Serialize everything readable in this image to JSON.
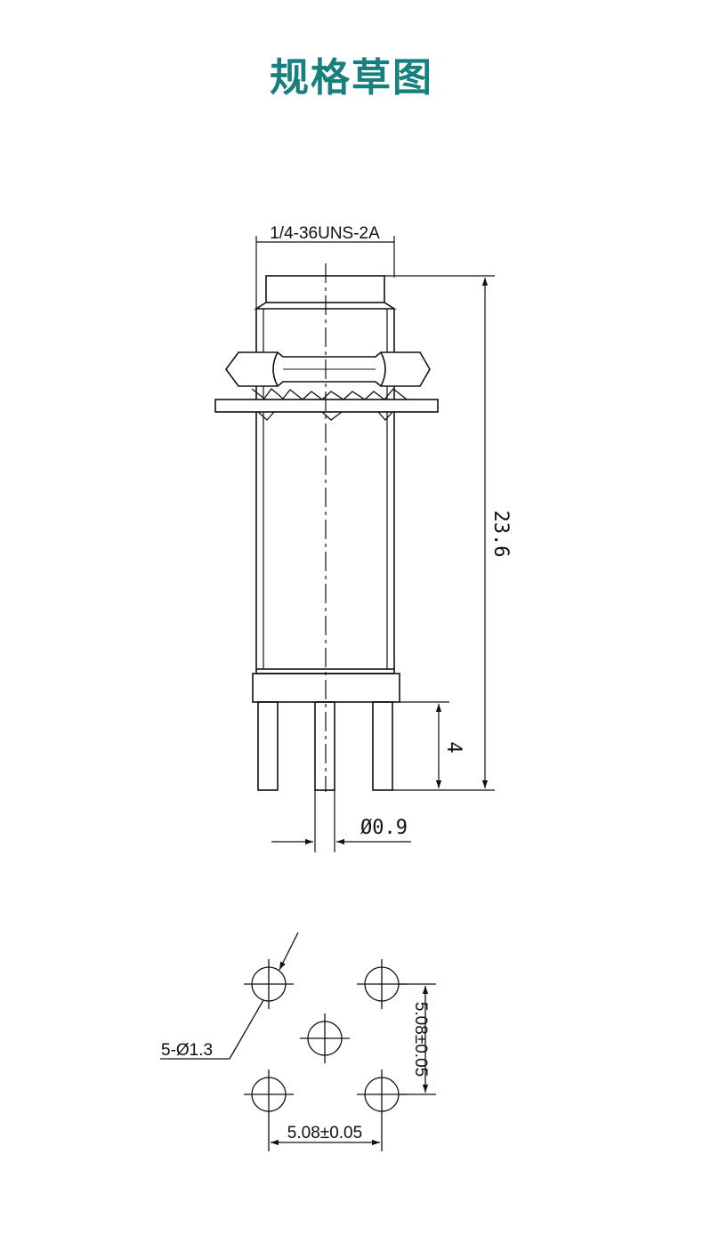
{
  "header": {
    "title": "规格草图",
    "title_color": "#17807f"
  },
  "drawing": {
    "line_color": "#111111",
    "side_view": {
      "thread_spec": "1/4-36UNS-2A",
      "total_length": "23.6",
      "pin_length": "4",
      "pin_diameter": "Ø0.9"
    },
    "footprint": {
      "hole_spec": "5-Ø1.3",
      "horizontal_pitch": "5.08±0.05",
      "vertical_pitch": "5.08±0.05"
    }
  }
}
